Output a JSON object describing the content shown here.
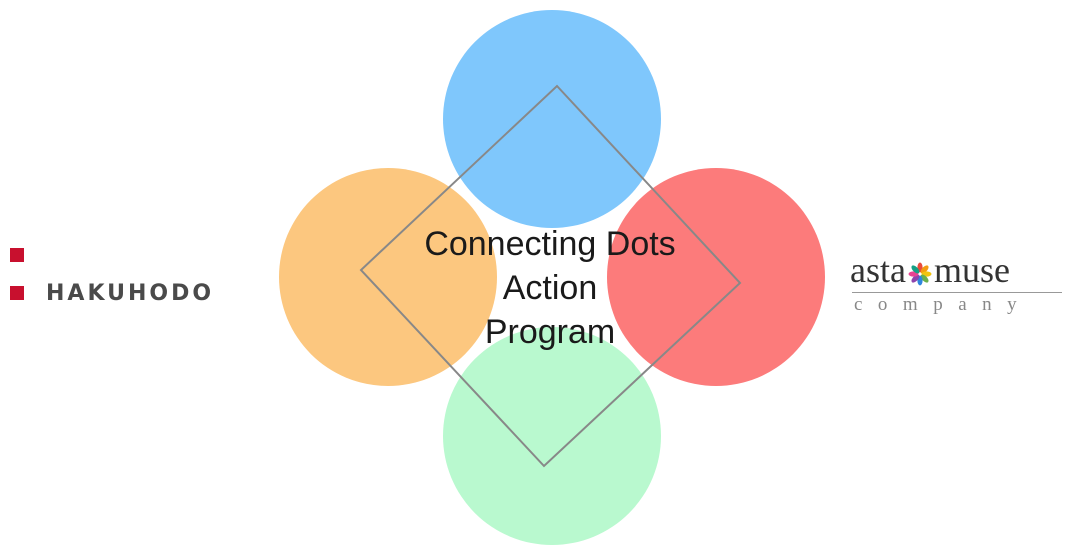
{
  "diagram": {
    "title_lines": [
      "Connecting Dots",
      "Action",
      "Program"
    ],
    "circle_colors": {
      "top": "#7fc7fc",
      "left": "#fcc77f",
      "right": "#fc7b7b",
      "bottom": "#b9f9cf"
    },
    "diamond_color": "#888888"
  },
  "logos": {
    "hakuhodo": {
      "text": "HAKUHODO",
      "accent": "#c8102e"
    },
    "astamuse": {
      "part1": "asta",
      "part2": "muse",
      "subtitle": "company"
    }
  }
}
